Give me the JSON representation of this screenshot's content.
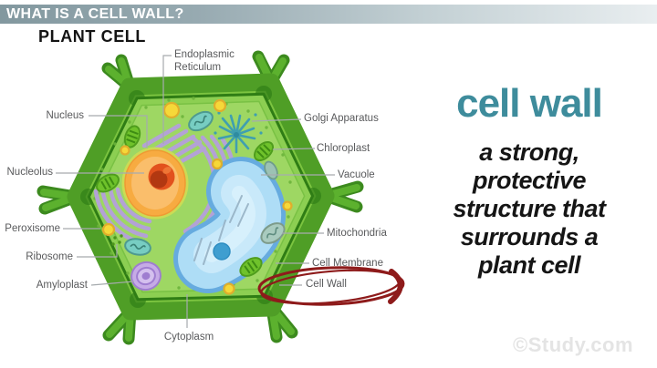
{
  "header": {
    "title": "WHAT IS A CELL WALL?"
  },
  "diagram": {
    "title": "PLANT CELL",
    "labels": {
      "endoplasmic_reticulum_line1": "Endoplasmic",
      "endoplasmic_reticulum_line2": "Reticulum",
      "nucleus": "Nucleus",
      "nucleolus": "Nucleolus",
      "peroxisome": "Peroxisome",
      "ribosome": "Ribosome",
      "amyloplast": "Amyloplast",
      "golgi_apparatus": "Golgi Apparatus",
      "chloroplast": "Chloroplast",
      "vacuole": "Vacuole",
      "mitochondria": "Mitochondria",
      "cell_membrane": "Cell Membrane",
      "cell_wall": "Cell Wall",
      "cytoplasm": "Cytoplasm"
    },
    "highlight": {
      "target": "Cell Wall",
      "shape": "hand-drawn-ellipse",
      "color": "#8e1b1b"
    }
  },
  "definition": {
    "term": "cell wall",
    "term_color": "#3e8c9c",
    "lines": [
      "a strong,",
      "protective",
      "structure that",
      "surrounds a",
      "plant cell"
    ]
  },
  "watermark": "©Study.com",
  "colors": {
    "header_bar": "#82989f",
    "cell_wall_green": "#4f9e26",
    "cytoplasm_green": "#9ed763",
    "vacuole_blue": "#aeddf6",
    "nucleus_orange": "#f7ab41",
    "nucleolus_red": "#e2511d",
    "er_purple": "#b3a2d6",
    "golgi_teal": "#3f9fb0",
    "highlight_red": "#8e1b1b"
  }
}
